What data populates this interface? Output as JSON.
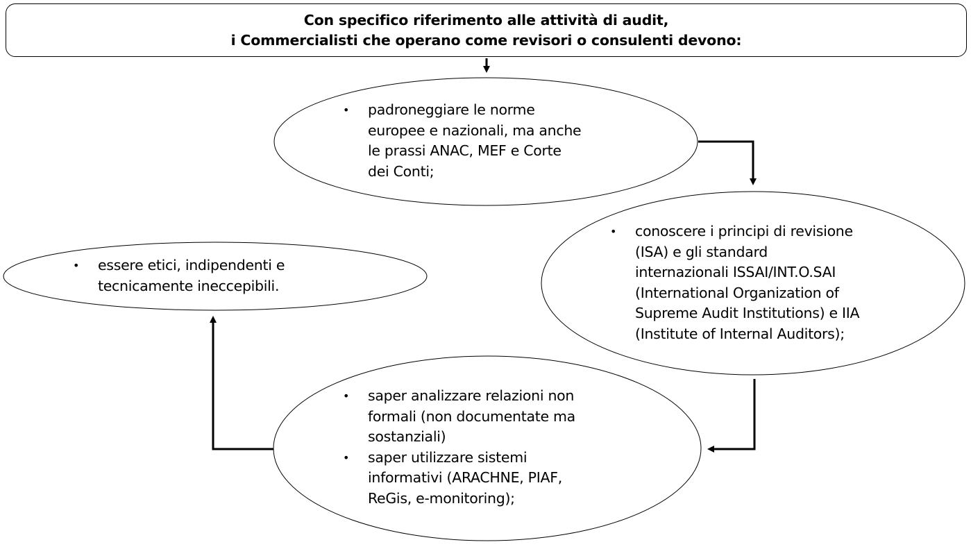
{
  "title": {
    "line1": "Con specifico riferimento alle attività di audit,",
    "line2": "i Commercialisti che operano come revisori o consulenti devono:"
  },
  "nodes": [
    {
      "id": "norme",
      "bullets": [
        "padroneggiare le norme europee e nazionali, ma anche le prassi ANAC, MEF e Corte dei Conti;"
      ],
      "lines": [
        "padroneggiare le norme",
        "europee e nazionali, ma anche",
        "le prassi ANAC, MEF e Corte",
        "dei Conti;"
      ]
    },
    {
      "id": "principi",
      "bullets": [
        "conoscere i principi di revisione (ISA) e gli standard internazionali ISSAI/INT.O.SAI (International Organization of Supreme Audit Institutions) e IIA (Institute of Internal Auditors);"
      ],
      "lines": [
        "conoscere i principi di revisione",
        "(ISA) e gli standard",
        "internazionali ISSAI/INT.O.SAI",
        "(International Organization of",
        "Supreme Audit Institutions) e IIA",
        "(Institute of Internal Auditors);"
      ]
    },
    {
      "id": "analisi",
      "lines_a": [
        "saper analizzare relazioni non",
        "formali (non documentate ma",
        "sostanziali)"
      ],
      "lines_b": [
        "saper utilizzare sistemi",
        "informativi (ARACHNE, PIAF,",
        "ReGis, e-monitoring);"
      ]
    },
    {
      "id": "etica",
      "lines": [
        "essere etici, indipendenti e",
        "tecnicamente ineccepibili."
      ]
    }
  ],
  "flow": [
    "title",
    "norme",
    "principi",
    "analisi",
    "etica"
  ],
  "colors": {
    "stroke": "#000000",
    "fill": "#ffffff"
  }
}
